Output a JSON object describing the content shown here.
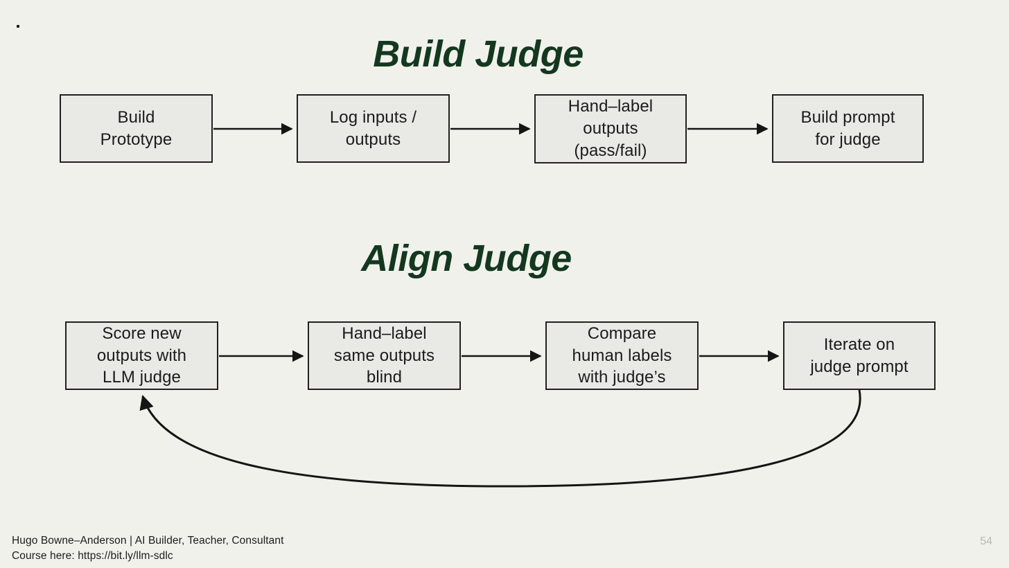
{
  "slide": {
    "page_number": "54",
    "bullet_mark": ".",
    "background_color": "#f1f1ec",
    "accent_color": "#14381f",
    "node_fill_color": "#e9e9e5",
    "node_border_color": "#231f20"
  },
  "sections": [
    {
      "title": "Build Judge",
      "nodes": [
        {
          "id": "build-prototype",
          "lines": [
            "Build",
            "Prototype"
          ]
        },
        {
          "id": "log-inputs-outputs",
          "lines": [
            "Log inputs /",
            "outputs"
          ]
        },
        {
          "id": "hand-label-outputs",
          "lines": [
            "Hand–label",
            "outputs",
            "(pass/fail)"
          ]
        },
        {
          "id": "build-prompt-for-judge",
          "lines": [
            "Build prompt",
            "for judge"
          ]
        }
      ]
    },
    {
      "title": "Align Judge",
      "nodes": [
        {
          "id": "score-new-outputs",
          "lines": [
            "Score new",
            "outputs with",
            "LLM judge"
          ]
        },
        {
          "id": "hand-label-same-outputs",
          "lines": [
            "Hand–label",
            "same outputs",
            "blind"
          ]
        },
        {
          "id": "compare-human-labels",
          "lines": [
            "Compare",
            "human labels",
            "with judge’s"
          ]
        },
        {
          "id": "iterate-on-judge-prompt",
          "lines": [
            "Iterate on",
            "judge prompt"
          ]
        }
      ]
    }
  ],
  "footer": {
    "line1": "Hugo Bowne–Anderson | AI Builder, Teacher, Consultant",
    "line2": "Course here: https://bit.ly/llm-sdlc"
  }
}
